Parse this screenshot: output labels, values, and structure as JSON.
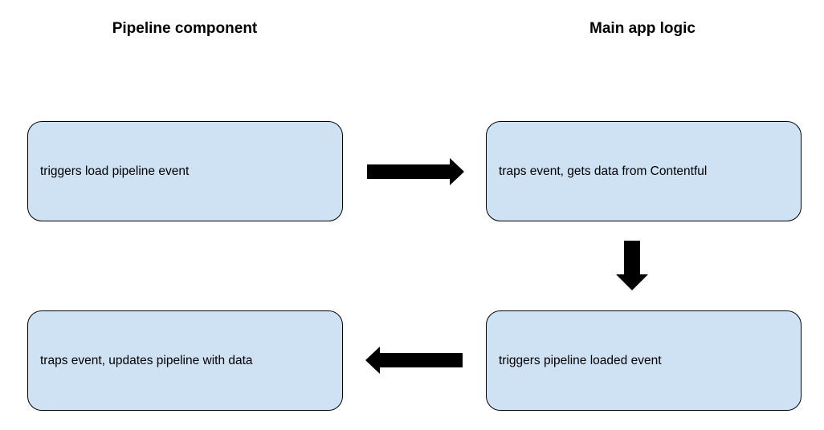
{
  "columns": {
    "left_title": "Pipeline component",
    "right_title": "Main app logic"
  },
  "nodes": {
    "top_left": "triggers load pipeline event",
    "top_right": "traps event, gets data from Contentful",
    "bottom_right": "triggers pipeline loaded event",
    "bottom_left": "traps event, updates pipeline with data"
  },
  "colors": {
    "node_fill": "#cfe2f3",
    "node_border": "#000000",
    "arrow": "#000000"
  }
}
